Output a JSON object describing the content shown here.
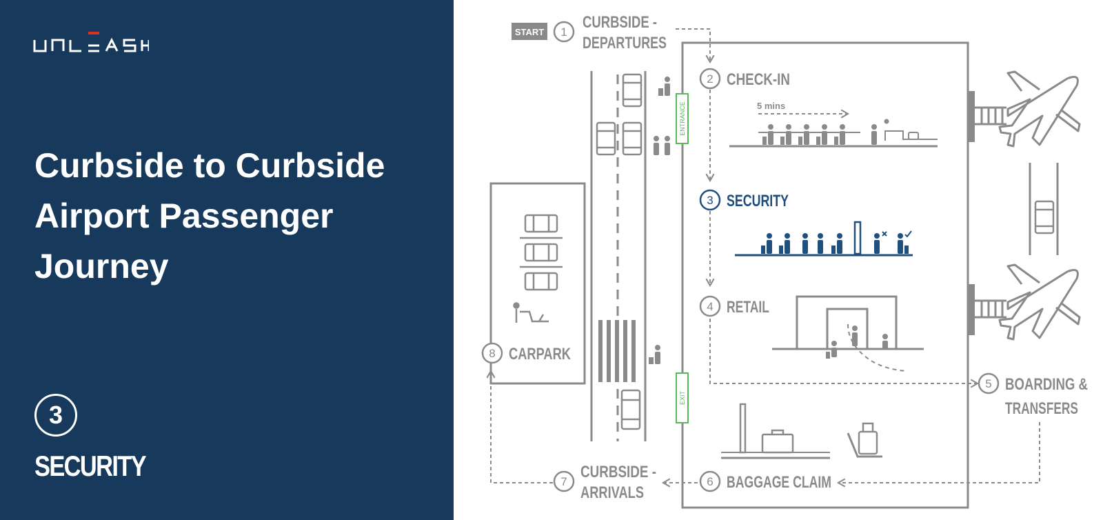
{
  "brand": {
    "logo_text": "UNLEASH",
    "accent": "#d6312b",
    "panel_color": "#173a5c"
  },
  "headline": {
    "line1": "Curbside to Curbside",
    "line2": "Airport Passenger",
    "line3": "Journey"
  },
  "current_step": {
    "number": "3",
    "label": "SECURITY"
  },
  "colors": {
    "gray": "#8a8a8a",
    "active": "#1f4e7f",
    "door": "#58b85a"
  },
  "start_badge": "START",
  "time_annotation": "5 mins",
  "doors": {
    "entrance": "ENTRANCE",
    "exit": "EXIT"
  },
  "steps": [
    {
      "number": "1",
      "line1": "CURBSIDE -",
      "line2": "DEPARTURES"
    },
    {
      "number": "2",
      "line1": "CHECK-IN"
    },
    {
      "number": "3",
      "line1": "SECURITY",
      "active": true
    },
    {
      "number": "4",
      "line1": "RETAIL"
    },
    {
      "number": "5",
      "line1": "BOARDING &",
      "line2": "TRANSFERS"
    },
    {
      "number": "6",
      "line1": "BAGGAGE CLAIM"
    },
    {
      "number": "7",
      "line1": "CURBSIDE -",
      "line2": "ARRIVALS"
    },
    {
      "number": "8",
      "line1": "CARPARK"
    }
  ]
}
